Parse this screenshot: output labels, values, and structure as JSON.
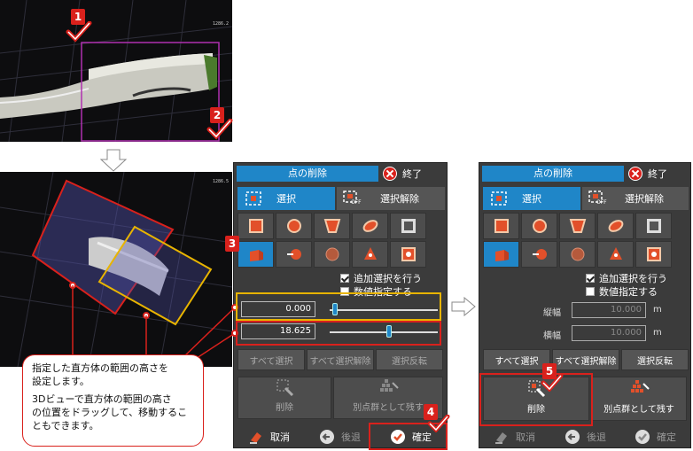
{
  "top_view": {
    "coord": "1286.2"
  },
  "bottom_view": {
    "coord": "1286.5"
  },
  "steps": [
    "1",
    "2",
    "3",
    "4",
    "5"
  ],
  "left_panel": {
    "title": "点の削除",
    "close_label": "終了",
    "select_label": "選択",
    "deselect_label": "選択解除",
    "off_badge": "OFF",
    "add_selection_label": "追加選択を行う",
    "numeric_label": "数値指定する",
    "value_min": "0.000",
    "value_max": "18.625",
    "select_all": "すべて選択",
    "deselect_all": "すべて選択解除",
    "invert": "選択反転",
    "delete": "削除",
    "keep_as_other": "別点群として残す",
    "cancel": "取消",
    "back": "後退",
    "confirm": "確定"
  },
  "right_panel": {
    "title": "点の削除",
    "close_label": "終了",
    "select_label": "選択",
    "deselect_label": "選択解除",
    "off_badge": "OFF",
    "add_selection_label": "追加選択を行う",
    "numeric_label": "数値指定する",
    "length_label": "縦幅",
    "width_label": "横幅",
    "length_value": "10.000",
    "width_value": "10.000",
    "unit": "m",
    "select_all": "すべて選択",
    "deselect_all": "すべて選択解除",
    "invert": "選択反転",
    "delete": "削除",
    "keep_as_other": "別点群として残す",
    "cancel": "取消",
    "back": "後退",
    "confirm": "確定"
  },
  "callout": {
    "line1": "指定した直方体の範囲の高さを",
    "line2": "設定します。",
    "line3": "3Dビューで直方体の範囲の高さ",
    "line4": "の位置をドラッグして、移動するこ",
    "line5": "ともできます。"
  },
  "colors": {
    "accent": "#1f86c8",
    "panel": "#3b3b3b",
    "highlight": "#d9211c",
    "yellow": "#e8b400",
    "purple": "#b030b0"
  }
}
